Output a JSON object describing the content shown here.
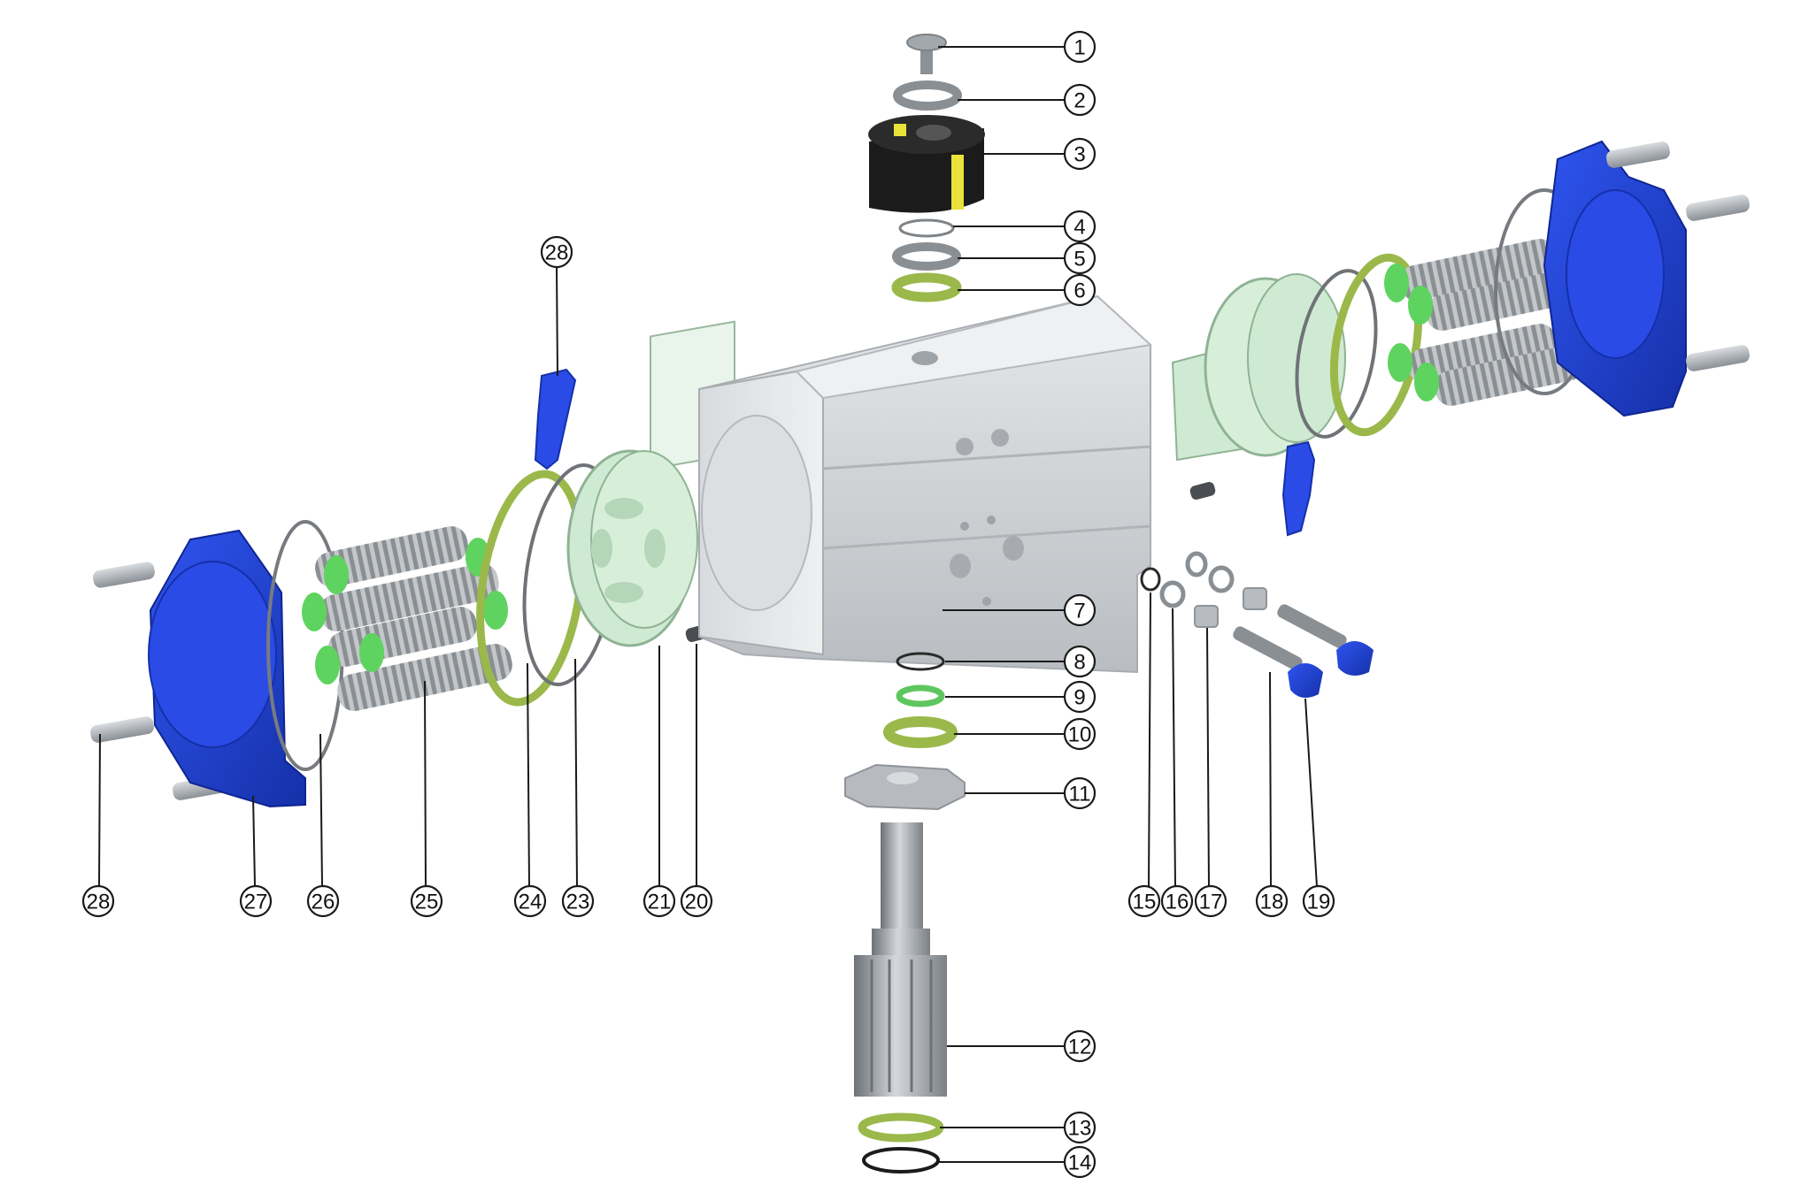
{
  "callouts": [
    {
      "label": "1",
      "part": "indicator-screw"
    },
    {
      "label": "2",
      "part": "washer"
    },
    {
      "label": "3",
      "part": "position-indicator"
    },
    {
      "label": "4",
      "part": "circlip"
    },
    {
      "label": "5",
      "part": "thrust-washer"
    },
    {
      "label": "6",
      "part": "bearing-ring-top"
    },
    {
      "label": "7",
      "part": "actuator-body"
    },
    {
      "label": "8",
      "part": "o-ring-shaft-top"
    },
    {
      "label": "9",
      "part": "bearing-bushing"
    },
    {
      "label": "10",
      "part": "bearing-ring-bottom"
    },
    {
      "label": "11",
      "part": "cam"
    },
    {
      "label": "12",
      "part": "pinion-shaft"
    },
    {
      "label": "13",
      "part": "bearing-ring-shaft-bottom"
    },
    {
      "label": "14",
      "part": "o-ring-shaft-bottom"
    },
    {
      "label": "15",
      "part": "o-ring-stop-screw"
    },
    {
      "label": "16",
      "part": "washer-stop-screw"
    },
    {
      "label": "17",
      "part": "nut"
    },
    {
      "label": "18",
      "part": "stop-screw"
    },
    {
      "label": "19",
      "part": "cap-nut"
    },
    {
      "label": "20",
      "part": "guide-pin"
    },
    {
      "label": "21",
      "part": "piston"
    },
    {
      "label": "23",
      "part": "piston-o-ring"
    },
    {
      "label": "24",
      "part": "piston-guide-ring"
    },
    {
      "label": "25",
      "part": "spring-cartridge"
    },
    {
      "label": "26",
      "part": "end-cap-o-ring"
    },
    {
      "label": "27",
      "part": "end-cap"
    },
    {
      "label": "28",
      "part": "end-cap-bolt"
    }
  ],
  "extra_callouts": [
    {
      "label": "28",
      "part": "piston-guide-block"
    }
  ],
  "colors": {
    "body": "#c9cdd1",
    "end_cap": "#1f3fd1",
    "piston": "#cfead2",
    "spring_green": "#5fd35f",
    "seal_olive": "#9bb84a",
    "indicator_black": "#1b1b1b",
    "indicator_yellow": "#e8e23a",
    "steel": "#9aa0a6"
  }
}
